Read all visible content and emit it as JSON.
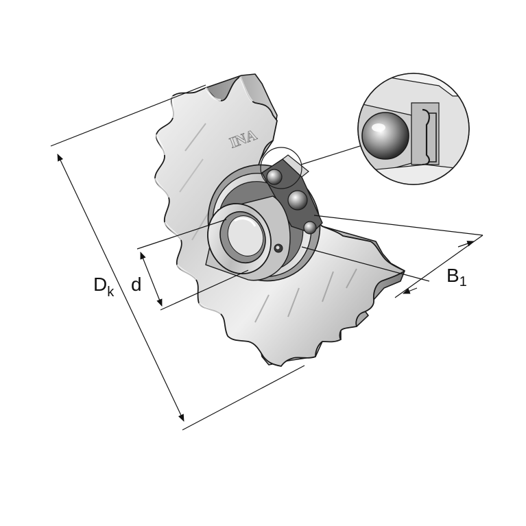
{
  "logo": {
    "text": "INA"
  },
  "dimensions": {
    "outer_diameter": {
      "main": "D",
      "sub": "k"
    },
    "bore": {
      "main": "d"
    },
    "width": {
      "main": "B",
      "sub": "1"
    }
  },
  "colors": {
    "metal_light": "#f4f4f4",
    "metal_mid": "#bdbdbd",
    "metal_dark": "#6e6e6e",
    "outline": "#1a1a1a"
  }
}
